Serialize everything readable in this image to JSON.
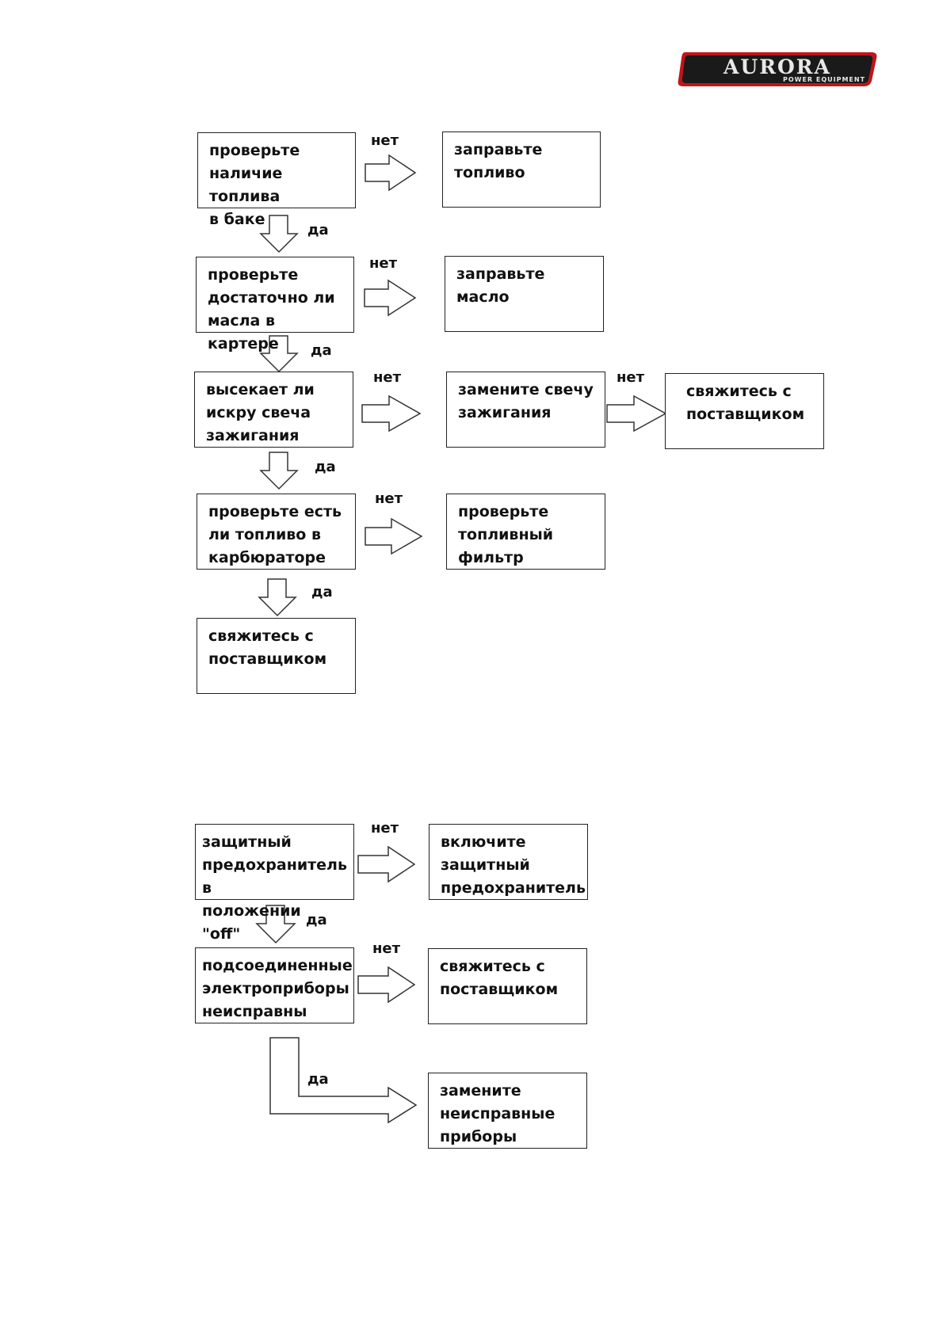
{
  "logo": {
    "main": "AURORA",
    "sub": "POWER EQUIPMENT"
  },
  "labels": {
    "yes": "да",
    "no": "нет"
  },
  "chart1": {
    "q1": "проверьте\nналичие топлива\nв баке",
    "a1": "заправьте\nтопливо",
    "q2": "проверьте\nдостаточно ли\nмасла в картере",
    "a2": "заправьте масло",
    "q3": "высекает ли\nискру свеча\nзажигания",
    "a3": "замените свечу\nзажигания",
    "a3b": "свяжитесь с\nпоставщиком",
    "q4": "проверьте есть\nли топливо в\nкарбюраторе",
    "a4": "проверьте\nтопливный\nфильтр",
    "end": "свяжитесь с\nпоставщиком"
  },
  "chart2": {
    "q1": "защитный\nпредохранитель в\nположении \"off\"",
    "a1": "включите\nзащитный\nпредохранитель",
    "q2": "подсоединенные\nэлектроприборы\nнеисправны",
    "a2": "свяжитесь с\nпоставщиком",
    "a3": "замените\nнеисправные\nприборы"
  }
}
